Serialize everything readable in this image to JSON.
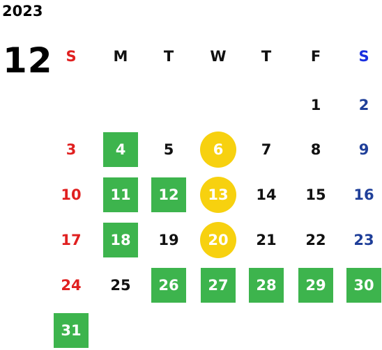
{
  "header": {
    "year": "2023",
    "month": "12"
  },
  "colors": {
    "holiday_green": "#3db44d",
    "event_yellow": "#f7d10f",
    "sunday_red": "#e02020",
    "saturday_blue": "#1f3f99"
  },
  "weekdays": [
    "S",
    "M",
    "T",
    "W",
    "T",
    "F",
    "S"
  ],
  "weeks": [
    [
      {
        "d": ""
      },
      {
        "d": ""
      },
      {
        "d": ""
      },
      {
        "d": ""
      },
      {
        "d": ""
      },
      {
        "d": "1"
      },
      {
        "d": "2"
      }
    ],
    [
      {
        "d": "3"
      },
      {
        "d": "4",
        "mark": "green"
      },
      {
        "d": "5"
      },
      {
        "d": "6",
        "mark": "yellow"
      },
      {
        "d": "7"
      },
      {
        "d": "8"
      },
      {
        "d": "9"
      }
    ],
    [
      {
        "d": "10"
      },
      {
        "d": "11",
        "mark": "green"
      },
      {
        "d": "12",
        "mark": "green"
      },
      {
        "d": "13",
        "mark": "yellow"
      },
      {
        "d": "14"
      },
      {
        "d": "15"
      },
      {
        "d": "16"
      }
    ],
    [
      {
        "d": "17"
      },
      {
        "d": "18",
        "mark": "green"
      },
      {
        "d": "19"
      },
      {
        "d": "20",
        "mark": "yellow"
      },
      {
        "d": "21"
      },
      {
        "d": "22"
      },
      {
        "d": "23"
      }
    ],
    [
      {
        "d": "24"
      },
      {
        "d": "25"
      },
      {
        "d": "26",
        "mark": "green"
      },
      {
        "d": "27",
        "mark": "green"
      },
      {
        "d": "28",
        "mark": "green"
      },
      {
        "d": "29",
        "mark": "green"
      },
      {
        "d": "30",
        "mark": "green"
      }
    ],
    [
      {
        "d": "31",
        "mark": "green"
      },
      {
        "d": ""
      },
      {
        "d": ""
      },
      {
        "d": ""
      },
      {
        "d": ""
      },
      {
        "d": ""
      },
      {
        "d": ""
      }
    ]
  ]
}
